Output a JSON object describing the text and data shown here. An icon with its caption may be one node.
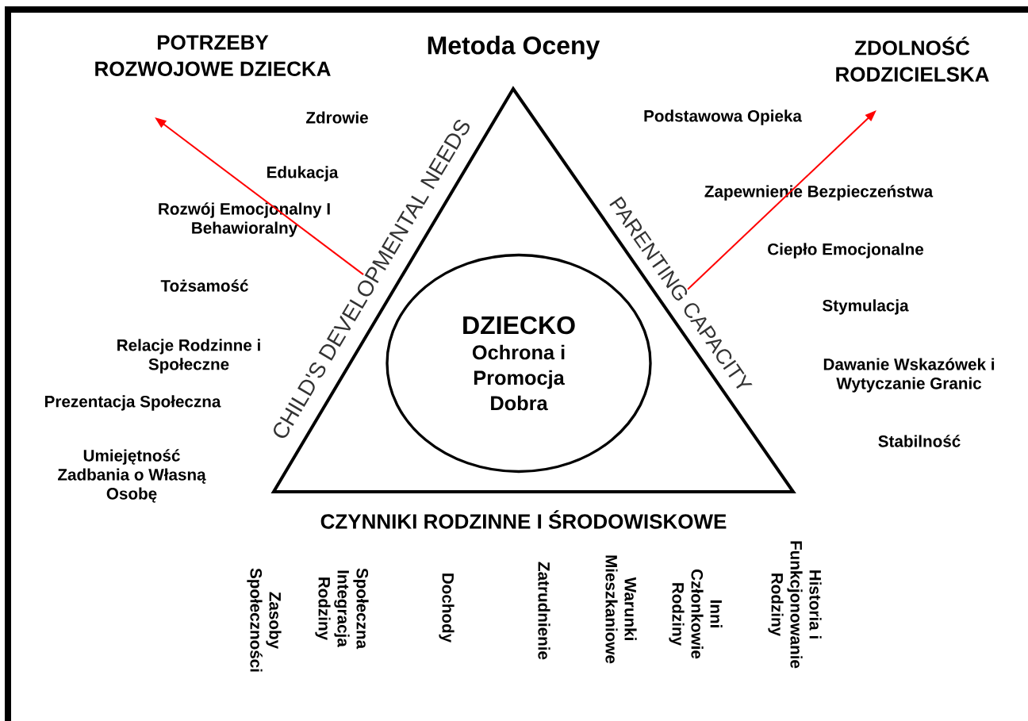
{
  "diagram": {
    "title": "Metoda Oceny",
    "nodes": [
      {
        "text": [
          "CHILD'S DEVELOPMENTAL NEEDS",
          "PARENTING CAPACITY",
          "CZYNNIKI RODZINNE I ŚRODOWISKOWE"
        ]
      },
      {
        "text": [
          "DZIECKO",
          "Ochrona i Promocja Dobra"
        ],
        "in": 0
      },
      {
        "text": [
          "POTRZEBY ROZWOJOWE DZIECKA"
        ]
      },
      {
        "text": [
          "ZDOLNOŚĆ RODZICIELSKA"
        ]
      }
    ],
    "edges": [
      {
        "from": 0,
        "to": 2,
        "arrow": "to",
        "color": "#ff0000"
      },
      {
        "from": 0,
        "to": 3,
        "arrow": "to",
        "color": "#ff0000"
      }
    ],
    "labels": [
      "Zdrowie",
      "Edukacja",
      "Rozwój Emocjonalny I Behawioralny",
      "Tożsamość",
      "Relacje Rodzinne i Społeczne",
      "Prezentacja Społeczna",
      "Umiejętność Zadbania o Własną Osobę",
      "Podstawowa Opieka",
      "Zapewnienie Bezpieczeństwa",
      "Ciepło Emocjonalne",
      "Stymulacja",
      "Dawanie Wskazówek i Wytyczanie Granic",
      "Stabilność",
      "Zasoby Społeczności",
      "Społeczna Integracja Rodziny",
      "Dochody",
      "Zatrudnienie",
      "Warunki Mieszkaniowe",
      "Inni Członkowie Rodziny",
      "Historia i Funkcjonowanie Rodziny"
    ]
  }
}
